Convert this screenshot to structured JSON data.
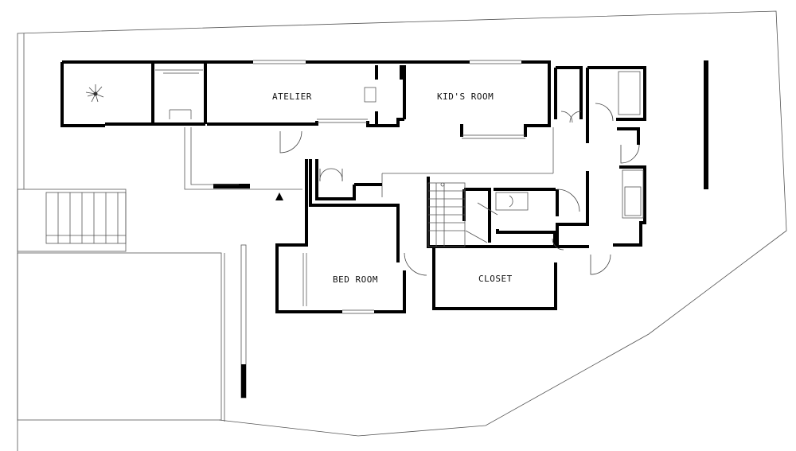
{
  "rooms": {
    "atelier": "ATELIER",
    "kids_room": "KID'S  ROOM",
    "bed_room": "BED  ROOM",
    "closet": "CLOSET"
  }
}
